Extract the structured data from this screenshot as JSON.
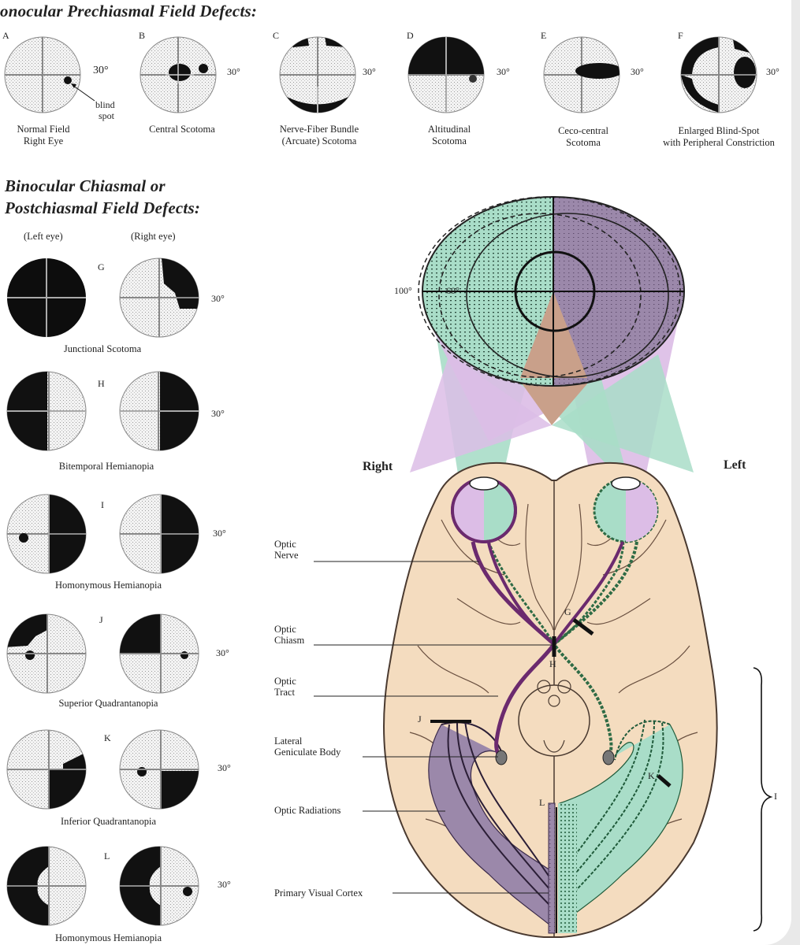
{
  "headings": {
    "prechiasmal": "onocular Prechiasmal Field Defects:",
    "chiasmal_line1": "Binocular Chiasmal or",
    "chiasmal_line2": "Postchiasmal Field Defects:"
  },
  "top_row": [
    {
      "letter": "A",
      "label1": "Normal Field",
      "label2": "Right Eye",
      "note1": "blind",
      "note2": "spot"
    },
    {
      "letter": "B",
      "label1": "Central Scotoma",
      "label2": ""
    },
    {
      "letter": "C",
      "label1": "Nerve-Fiber Bundle",
      "label2": "(Arcuate) Scotoma"
    },
    {
      "letter": "D",
      "label1": "Altitudinal",
      "label2": "Scotoma"
    },
    {
      "letter": "E",
      "label1": "Ceco-central",
      "label2": "Scotoma"
    },
    {
      "letter": "F",
      "label1": "Enlarged Blind-Spot",
      "label2": "with Peripheral Constriction"
    }
  ],
  "degree_label": "30°",
  "eye_headers": {
    "left": "(Left eye)",
    "right": "(Right eye)"
  },
  "left_rows": [
    {
      "letter": "G",
      "label": "Junctional Scotoma"
    },
    {
      "letter": "H",
      "label": "Bitemporal Hemianopia"
    },
    {
      "letter": "I",
      "label": "Homonymous Hemianopia"
    },
    {
      "letter": "J",
      "label": "Superior Quadrantanopia"
    },
    {
      "letter": "K",
      "label": "Inferior Quadrantanopia"
    },
    {
      "letter": "L",
      "label": "Homonymous Hemianopia"
    }
  ],
  "brain": {
    "right": "Right",
    "left": "Left",
    "deg100": "100°",
    "deg60": "60°",
    "optic_nerve_1": "Optic",
    "optic_nerve_2": "Nerve",
    "optic_chiasm_1": "Optic",
    "optic_chiasm_2": "Chiasm",
    "optic_tract_1": "Optic",
    "optic_tract_2": "Tract",
    "lgb_1": "Lateral",
    "lgb_2": "Geniculate Body",
    "optic_radiations": "Optic Radiations",
    "primary_visual_cortex": "Primary Visual Cortex",
    "markers": {
      "G": "G",
      "H": "H",
      "J": "J",
      "K": "K",
      "L": "L",
      "I": "I"
    }
  },
  "colors": {
    "green": "#a9ddc8",
    "purple": "#9b88aa",
    "pink": "#dcbde6",
    "salmon": "#c9a08a",
    "brain": "#f4dcbf",
    "tract_purple": "#6b2a6e",
    "tract_green": "#2e6b45"
  }
}
